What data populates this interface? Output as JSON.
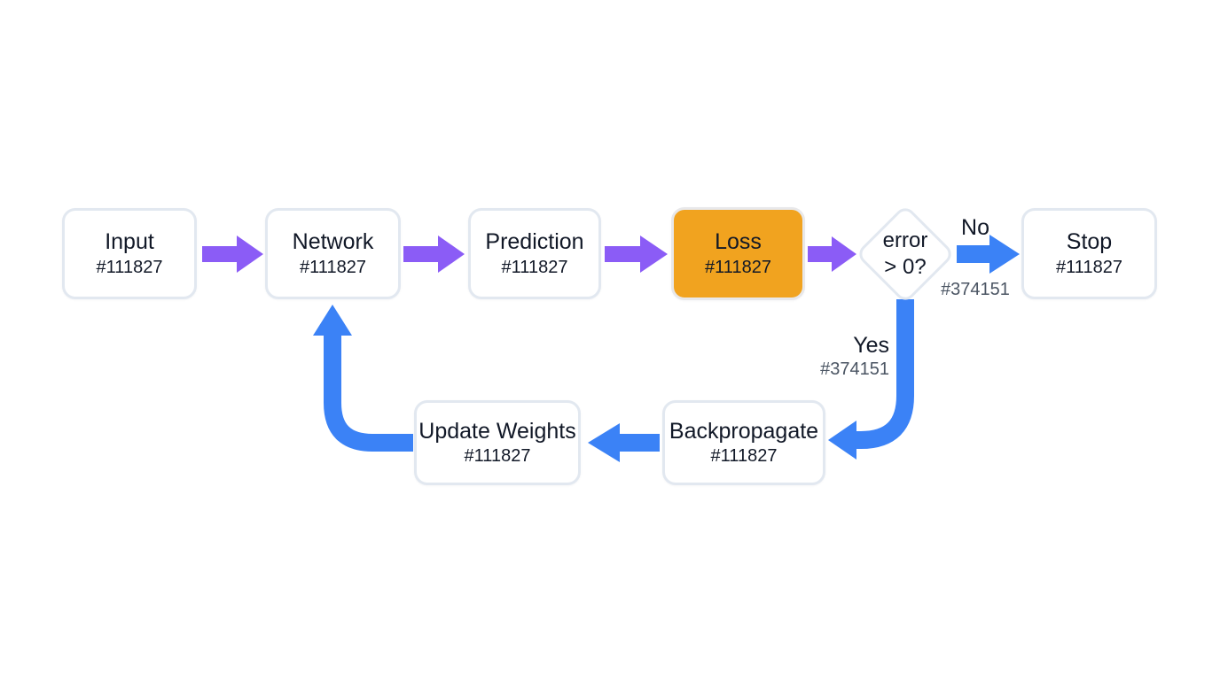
{
  "diagram": {
    "type": "flowchart",
    "description": "Neural network training loop flowchart",
    "colors": {
      "background": "#ffffff",
      "flow_arrow": "#8b5cf6",
      "loop_arrow": "#3b82f6",
      "node_fill": "#ffffff",
      "highlight_node_fill": "#f1a31f",
      "node_border": "#e2e8f0",
      "node_text": "#111827",
      "muted_label_text": "#4b5563"
    },
    "nodes": [
      {
        "id": "input",
        "shape": "rounded-box",
        "label": "Input",
        "sublabel": "#111827"
      },
      {
        "id": "network",
        "shape": "rounded-box",
        "label": "Network",
        "sublabel": "#111827"
      },
      {
        "id": "prediction",
        "shape": "rounded-box",
        "label": "Prediction",
        "sublabel": "#111827"
      },
      {
        "id": "loss",
        "shape": "rounded-box",
        "label": "Loss",
        "sublabel": "#111827",
        "highlighted": true
      },
      {
        "id": "decision",
        "shape": "diamond",
        "label": "error",
        "sublabel": "> 0?"
      },
      {
        "id": "stop",
        "shape": "rounded-box",
        "label": "Stop",
        "sublabel": "#111827"
      },
      {
        "id": "update-weights",
        "shape": "rounded-box",
        "label": "Update Weights",
        "sublabel": "#111827"
      },
      {
        "id": "backpropagate",
        "shape": "rounded-box",
        "label": "Backpropagate",
        "sublabel": "#111827"
      }
    ],
    "edges": [
      {
        "from": "input",
        "to": "network",
        "style": "flow"
      },
      {
        "from": "network",
        "to": "prediction",
        "style": "flow"
      },
      {
        "from": "prediction",
        "to": "loss",
        "style": "flow"
      },
      {
        "from": "loss",
        "to": "decision",
        "style": "flow"
      },
      {
        "from": "decision",
        "to": "stop",
        "style": "loop",
        "label": "No",
        "sublabel": "#374151"
      },
      {
        "from": "decision",
        "to": "backpropagate",
        "style": "loop",
        "label": "Yes",
        "sublabel": "#374151"
      },
      {
        "from": "backpropagate",
        "to": "update-weights",
        "style": "loop"
      },
      {
        "from": "update-weights",
        "to": "network",
        "style": "loop"
      }
    ]
  }
}
